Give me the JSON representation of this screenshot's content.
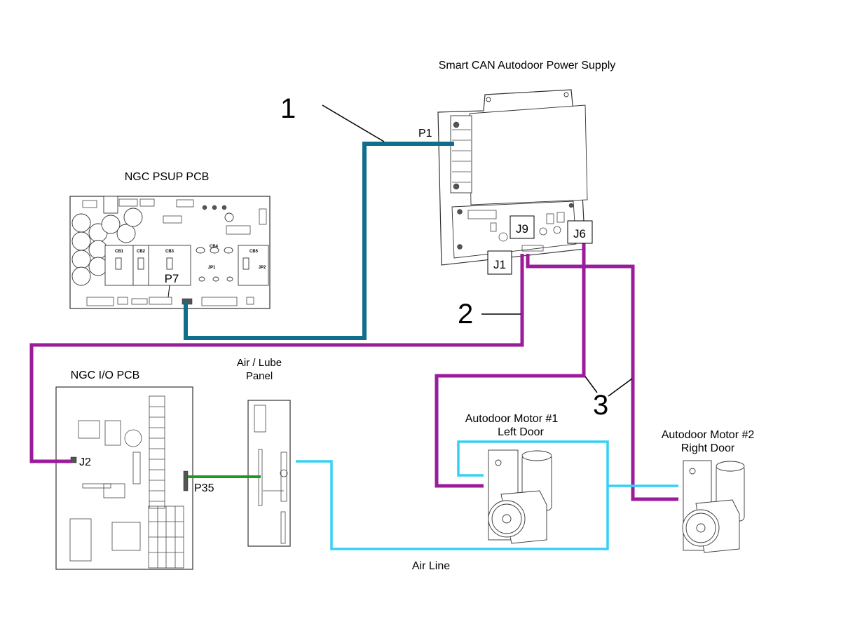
{
  "title": "Smart CAN Autodoor Wiring Diagram",
  "components": {
    "power_supply": {
      "label": "Smart CAN Autodoor Power Supply",
      "connectors": [
        "P1",
        "J9",
        "J6",
        "J1"
      ]
    },
    "psup_pcb": {
      "label": "NGC PSUP PCB",
      "connector": "P7",
      "breakers": [
        "CB1",
        "CB2",
        "CB3",
        "CB4",
        "CB5"
      ],
      "jumpers": [
        "JP1",
        "JP2"
      ]
    },
    "io_pcb": {
      "label": "NGC I/O PCB",
      "connectors": [
        "J2",
        "P35"
      ]
    },
    "air_lube": {
      "label_line1": "Air / Lube",
      "label_line2": "Panel"
    },
    "motor1": {
      "label_line1": "Autodoor Motor #1",
      "label_line2": "Left Door"
    },
    "motor2": {
      "label_line1": "Autodoor Motor #2",
      "label_line2": "Right Door"
    }
  },
  "cables": [
    {
      "callout": "1",
      "from": "P1",
      "to": "P7",
      "color": "#0e6e8c"
    },
    {
      "callout": "2",
      "from": "J9",
      "to": "J2",
      "color": "#9b1c9b"
    },
    {
      "callout": "3",
      "from": "J9 / J6",
      "to": "Autodoor Motor #1 / #2",
      "color": "#9b1c9b"
    }
  ],
  "lines": {
    "air_line": {
      "label": "Air Line",
      "color": "#36d0f5"
    },
    "p35_line": {
      "color": "#1f9a1f"
    }
  }
}
